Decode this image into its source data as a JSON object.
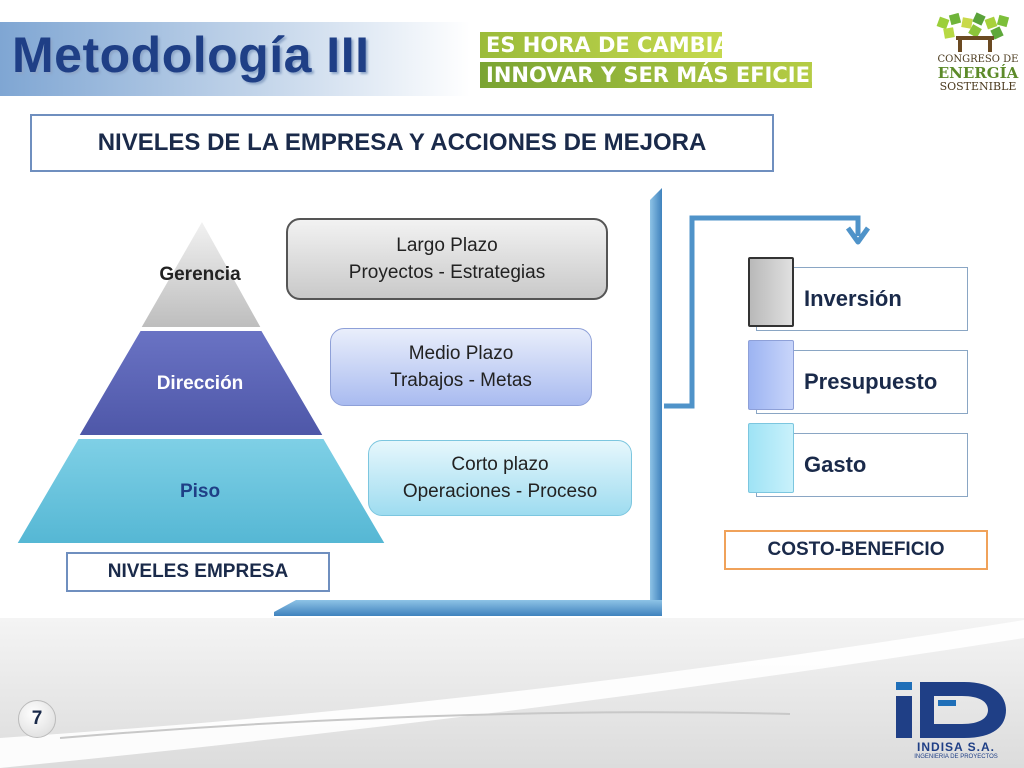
{
  "header": {
    "title": "Metodología III",
    "slogan_line1": "ES HORA DE CAMBIAR,",
    "slogan_line2": "INNOVAR Y SER MÁS EFICIENTES",
    "congress_logo": {
      "line1": "CONGRESO DE",
      "line2": "ENERGÍA",
      "line3": "SOSTENIBLE"
    }
  },
  "subtitle": "NIVELES DE LA EMPRESA Y ACCIONES DE MEJORA",
  "pyramid": {
    "levels": [
      {
        "label": "Gerencia",
        "color": "#d3d3d3"
      },
      {
        "label": "Dirección",
        "color": "#5b64b6"
      },
      {
        "label": "Piso",
        "color": "#64c3dd"
      }
    ],
    "caption": "NIVELES EMPRESA"
  },
  "actions": [
    {
      "line1": "Largo Plazo",
      "line2": "Proyectos - Estrategias"
    },
    {
      "line1": "Medio  Plazo",
      "line2": "Trabajos - Metas"
    },
    {
      "line1": "Corto plazo",
      "line2": "Operaciones - Proceso"
    }
  ],
  "costs": {
    "items": [
      "Inversión",
      "Presupuesto",
      "Gasto"
    ],
    "caption": "COSTO-BENEFICIO"
  },
  "footer": {
    "page_number": "7",
    "company": "INDISA S.A.",
    "company_sub": "INGENIERIA DE PROYECTOS"
  },
  "colors": {
    "title_blue": "#1f3f86",
    "slogan_green": "#9bbb3a",
    "connector_blue": "#4f93c9",
    "costo_border": "#f0a25a"
  }
}
